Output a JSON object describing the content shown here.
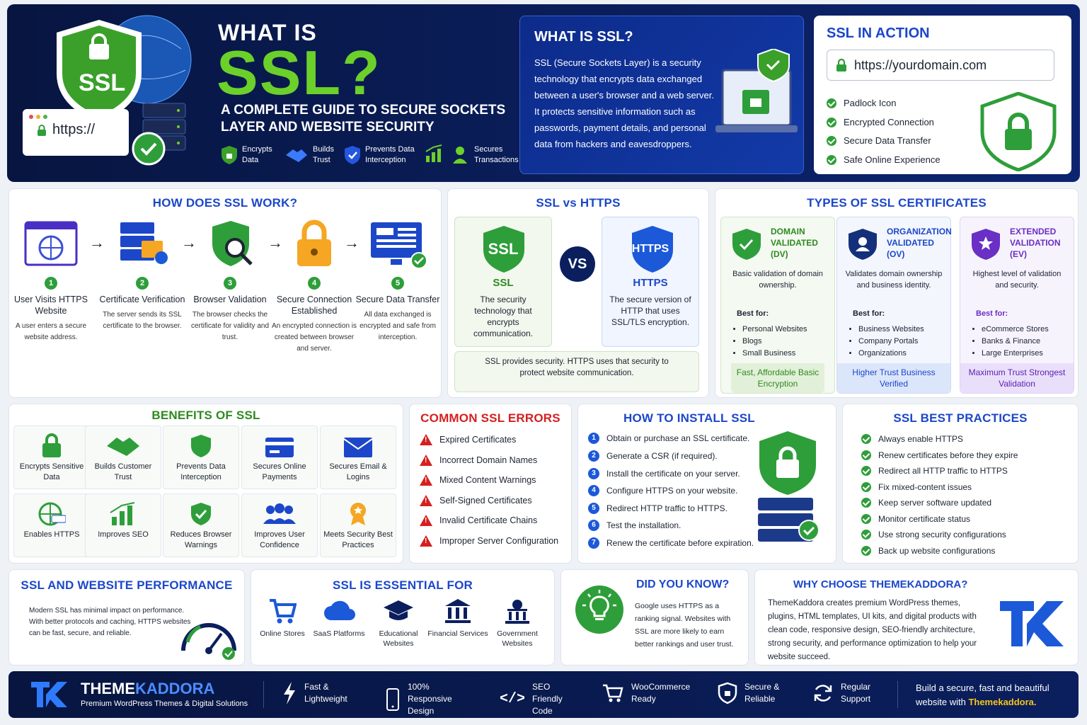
{
  "hero": {
    "badge_text": "SSL",
    "url_text": "https://",
    "title_line1": "WHAT IS",
    "title_line2": "SSL?",
    "subtitle": "A COMPLETE GUIDE TO SECURE SOCKETS LAYER AND WEBSITE SECURITY",
    "features": [
      {
        "label": "Encrypts Data",
        "icon": "shield-lock-icon"
      },
      {
        "label": "Builds Trust",
        "icon": "handshake-icon"
      },
      {
        "label": "Prevents Data Interception",
        "icon": "shield-check-icon"
      },
      {
        "label": "",
        "icon": "growth-chart-icon"
      },
      {
        "label": "Secures Transactions",
        "icon": "user-shield-icon"
      }
    ],
    "what_title": "WHAT IS SSL?",
    "what_text": "SSL (Secure Sockets Layer) is a security technology that encrypts data exchanged between a user's browser and a web server. It protects sensitive information such as passwords, payment details, and personal data from hackers and eavesdroppers.",
    "action_title": "SSL IN ACTION",
    "action_url": "https://yourdomain.com",
    "action_items": [
      "Padlock Icon",
      "Encrypted Connection",
      "Secure Data Transfer",
      "Safe Online Experience"
    ]
  },
  "how": {
    "title": "HOW DOES SSL WORK?",
    "steps": [
      {
        "num": "1",
        "title": "User Visits HTTPS Website",
        "desc": "A user enters a secure website address."
      },
      {
        "num": "2",
        "title": "Certificate Verification",
        "desc": "The server sends its SSL certificate to the browser."
      },
      {
        "num": "3",
        "title": "Browser Validation",
        "desc": "The browser checks the certificate for validity and trust."
      },
      {
        "num": "4",
        "title": "Secure Connection Established",
        "desc": "An encrypted connection is created between browser and server."
      },
      {
        "num": "5",
        "title": "Secure Data Transfer",
        "desc": "All data exchanged is encrypted and safe from interception."
      }
    ]
  },
  "vs": {
    "title": "SSL vs HTTPS",
    "vs_label": "VS",
    "ssl": {
      "badge": "SSL",
      "label": "SSL",
      "desc": "The security technology that encrypts communication."
    },
    "https": {
      "badge": "HTTPS",
      "label": "HTTPS",
      "desc": "The secure version of HTTP that uses SSL/TLS encryption."
    },
    "note": "SSL provides security. HTTPS uses that security to protect website communication."
  },
  "types": {
    "title": "TYPES OF SSL CERTIFICATES",
    "best_for": "Best for:",
    "items": [
      {
        "name": "DOMAIN VALIDATED (DV)",
        "desc": "Basic validation of domain ownership.",
        "uses": [
          "Personal Websites",
          "Blogs",
          "Small Business"
        ],
        "footer": "Fast, Affordable Basic Encryption",
        "color": "#2f8a1f"
      },
      {
        "name": "ORGANIZATION VALIDATED (OV)",
        "desc": "Validates domain ownership and business identity.",
        "uses": [
          "Business Websites",
          "Company Portals",
          "Organizations"
        ],
        "footer": "Higher Trust Business Verified",
        "color": "#1c47c9"
      },
      {
        "name": "EXTENDED VALIDATION (EV)",
        "desc": "Highest level of validation and security.",
        "uses": [
          "eCommerce Stores",
          "Banks & Finance",
          "Large Enterprises"
        ],
        "footer": "Maximum Trust Strongest Validation",
        "color": "#6a2fc4"
      }
    ]
  },
  "benefits": {
    "title": "BENEFITS OF SSL",
    "items": [
      {
        "label": "Encrypts Sensitive Data",
        "icon": "lock-icon"
      },
      {
        "label": "Builds Customer Trust",
        "icon": "handshake-icon"
      },
      {
        "label": "Prevents Data Interception",
        "icon": "shield-icon"
      },
      {
        "label": "Secures Online Payments",
        "icon": "credit-card-icon"
      },
      {
        "label": "Secures Email & Logins",
        "icon": "envelope-icon"
      },
      {
        "label": "Enables HTTPS",
        "icon": "globe-icon"
      },
      {
        "label": "Improves SEO",
        "icon": "bar-chart-icon"
      },
      {
        "label": "Reduces Browser Warnings",
        "icon": "shield-check-icon"
      },
      {
        "label": "Improves User Confidence",
        "icon": "users-icon"
      },
      {
        "label": "Meets Security Best Practices",
        "icon": "award-icon"
      }
    ]
  },
  "errors": {
    "title": "COMMON SSL ERRORS",
    "items": [
      "Expired Certificates",
      "Incorrect Domain Names",
      "Mixed Content Warnings",
      "Self-Signed Certificates",
      "Invalid Certificate Chains",
      "Improper Server Configuration"
    ]
  },
  "install": {
    "title": "HOW TO INSTALL SSL",
    "steps": [
      "Obtain or purchase an SSL certificate.",
      "Generate a CSR (if required).",
      "Install the certificate on your server.",
      "Configure HTTPS on your website.",
      "Redirect HTTP traffic to HTTPS.",
      "Test the installation.",
      "Renew the certificate before expiration."
    ]
  },
  "practices": {
    "title": "SSL BEST PRACTICES",
    "items": [
      "Always enable HTTPS",
      "Renew certificates before they expire",
      "Redirect all HTTP traffic to HTTPS",
      "Fix mixed-content issues",
      "Keep server software updated",
      "Monitor certificate status",
      "Use strong security configurations",
      "Back up website configurations"
    ]
  },
  "perf": {
    "title": "SSL AND WEBSITE PERFORMANCE",
    "text": "Modern SSL has minimal impact on performance. With better protocols and caching, HTTPS websites can be fast, secure, and reliable."
  },
  "essential": {
    "title": "SSL IS ESSENTIAL FOR",
    "items": [
      "Online Stores",
      "SaaS Platforms",
      "Educational Websites",
      "Financial Services",
      "Government Websites"
    ]
  },
  "dyk": {
    "title": "DID YOU KNOW?",
    "text": "Google uses HTTPS as a ranking signal. Websites with SSL are more likely to earn better rankings and user trust."
  },
  "why": {
    "title": "WHY CHOOSE THEMEKADDORA?",
    "text": "ThemeKaddora creates premium WordPress themes, plugins, HTML templates, UI kits, and digital products with clean code, responsive design, SEO-friendly architecture, strong security, and performance optimization to help your website succeed."
  },
  "footer": {
    "brand1": "THEME",
    "brand2": "KADDORA",
    "tagline": "Premium WordPress Themes & Digital Solutions",
    "features": [
      "Fast & Lightweight",
      "100% Responsive Design",
      "SEO Friendly Code",
      "WooCommerce Ready",
      "Secure & Reliable",
      "Regular Support"
    ],
    "cta_prefix": "Build a secure, fast and beautiful website with",
    "cta_brand": "Themekaddora."
  },
  "colors": {
    "navy": "#0b1f5e",
    "green": "#2f8a1f",
    "blue": "#1c47c9",
    "red": "#d61f1f",
    "lime": "#6cd02a",
    "gold": "#f5c518"
  }
}
